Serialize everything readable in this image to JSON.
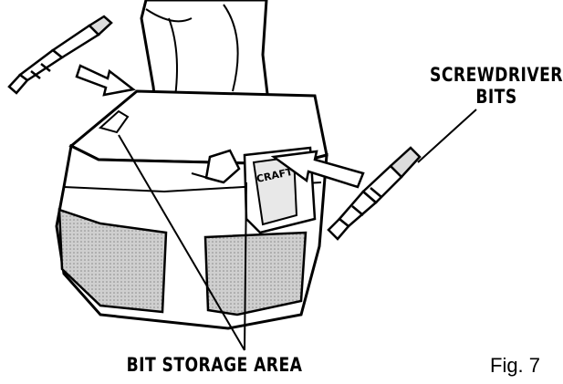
{
  "labels": {
    "screwdriver_bits_line1": "SCREWDRIVER",
    "screwdriver_bits_line2": "BITS",
    "bit_storage_area": "BIT STORAGE AREA",
    "figure": "Fig. 7"
  },
  "brand_text": "CRAFT",
  "colors": {
    "ink": "#000000",
    "paper": "#ffffff",
    "fill": "#e8e8e8"
  }
}
